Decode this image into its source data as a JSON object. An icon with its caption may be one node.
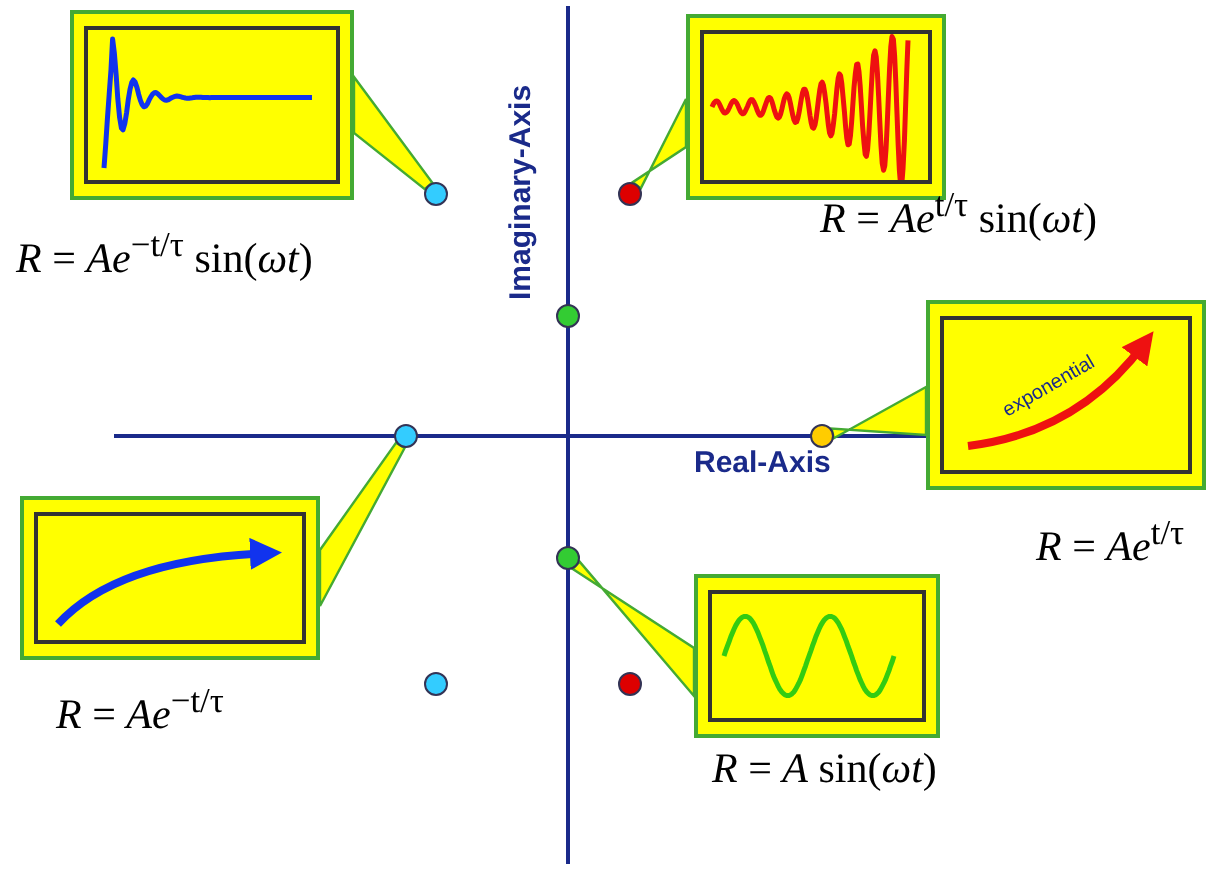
{
  "diagram": {
    "nodes": [
      {
        "text": [],
        "shape": "picture",
        "beside": [
          "*R* = *Ae*$^{−t/τ}$ sin(*ωt*)"
        ]
      },
      {
        "text": [],
        "shape": "picture",
        "beside": [
          "*R* = *Ae*$^{t/τ}$ sin(*ωt*)"
        ]
      },
      {
        "text": [],
        "shape": "circle"
      },
      {
        "text": [],
        "shape": "circle"
      },
      {
        "text": [],
        "shape": "circle"
      },
      {
        "text": [
          "exponential"
        ],
        "beside": [
          "*R* = *Ae*$^{t/τ}$"
        ]
      },
      {
        "text": [],
        "shape": "circle"
      },
      {
        "text": [],
        "shape": "circle"
      },
      {
        "text": [],
        "shape": "picture",
        "beside": [
          "*R* = *Ae*$^{−t/τ}$"
        ]
      },
      {
        "text": [],
        "shape": "picture",
        "beside": [
          "*R* = *A* sin(*ωt*)"
        ]
      },
      {
        "text": [],
        "shape": "circle"
      },
      {
        "text": [],
        "shape": "circle"
      },
      {
        "text": [],
        "shape": "circle"
      }
    ],
    "edges": [
      {
        "from": 0,
        "to": 2,
        "arrow": "none"
      },
      {
        "from": 1,
        "to": 3,
        "arrow": "none"
      },
      {
        "from": 5,
        "to": 7,
        "arrow": "none"
      },
      {
        "from": 8,
        "to": 6,
        "arrow": "none"
      },
      {
        "from": 9,
        "to": 10,
        "arrow": "none"
      }
    ],
    "labels": [
      "Imaginary-Axis",
      "Real-Axis"
    ]
  }
}
